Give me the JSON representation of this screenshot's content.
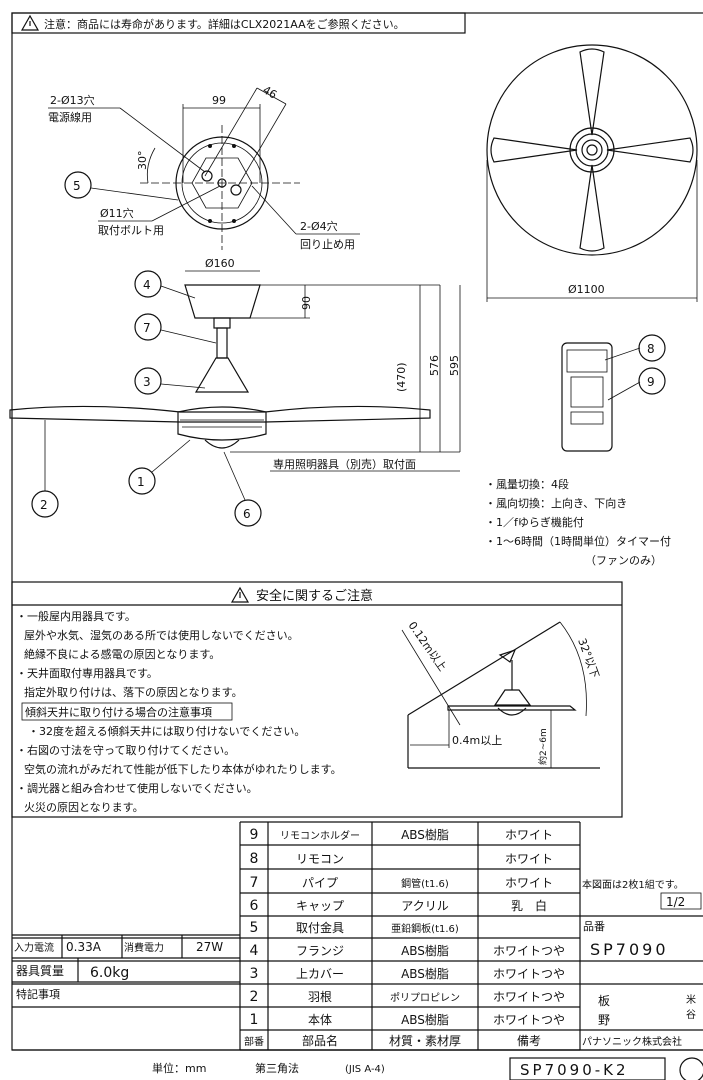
{
  "notice": "注意：商品には寿命があります。詳細はCLX2021AAをご参照ください。",
  "plate_view": {
    "hole13": "2-Ø13穴",
    "hole13_use": "電源線用",
    "hole11": "Ø11穴",
    "hole11_use": "取付ボルト用",
    "hole4": "2-Ø4穴",
    "hole4_use": "回り止め用",
    "dim_99": "99",
    "dim_46": "46",
    "angle_30": "30°"
  },
  "side_view": {
    "dia160": "Ø160",
    "dim90": "90",
    "dim470": "(470)",
    "dim576": "576",
    "dim595": "595",
    "lighting_mount": "専用照明器具（別売）取付面"
  },
  "top_view": {
    "dia1100": "Ø1100"
  },
  "callouts": [
    "1",
    "2",
    "3",
    "4",
    "5",
    "6",
    "7",
    "8",
    "9"
  ],
  "features": [
    "・風量切換：4段",
    "・風向切換：上向き、下向き",
    "・1／fゆらぎ機能付",
    "・1～6時間（1時間単位）タイマー付",
    "（ファンのみ）"
  ],
  "safety": {
    "title": "安全に関するご注意",
    "lines": [
      "・一般屋内用器具です。",
      "屋外や水気、湿気のある所では使用しないでください。",
      "絶縁不良による感電の原因となります。",
      "・天井面取付専用器具です。",
      "指定外取り付けは、落下の原因となります。",
      "傾斜天井に取り付ける場合の注意事項",
      "・32度を超える傾斜天井には取り付けないでください。",
      "・右図の寸法を守って取り付けてください。",
      "空気の流れがみだれて性能が低下したり本体がゆれたりします。",
      "・調光器と組み合わせて使用しないでください。",
      "火災の原因となります。"
    ],
    "diagram": {
      "clearance_top": "0.12m以上",
      "angle": "32°以下",
      "wall_distance": "0.4m以上",
      "height": "約2~6m"
    }
  },
  "parts": {
    "header": {
      "no": "部番",
      "name": "部品名",
      "material": "材質・素材厚",
      "remarks": "備考"
    },
    "rows": [
      {
        "no": "9",
        "name": "リモコンホルダー",
        "material": "ABS樹脂",
        "remarks": "ホワイト"
      },
      {
        "no": "8",
        "name": "リモコン",
        "material": "",
        "remarks": "ホワイト"
      },
      {
        "no": "7",
        "name": "パイプ",
        "material": "鋼管(t1.6)",
        "remarks": "ホワイト"
      },
      {
        "no": "6",
        "name": "キャップ",
        "material": "アクリル",
        "remarks": "乳　白"
      },
      {
        "no": "5",
        "name": "取付金具",
        "material": "亜鉛鋼板(t1.6)",
        "remarks": ""
      },
      {
        "no": "4",
        "name": "フランジ",
        "material": "ABS樹脂",
        "remarks": "ホワイトつや"
      },
      {
        "no": "3",
        "name": "上カバー",
        "material": "ABS樹脂",
        "remarks": "ホワイトつや"
      },
      {
        "no": "2",
        "name": "羽根",
        "material": "ポリプロピレン",
        "remarks": "ホワイトつや"
      },
      {
        "no": "1",
        "name": "本体",
        "material": "ABS樹脂",
        "remarks": "ホワイトつや"
      }
    ]
  },
  "title_block": {
    "sheet_note": "本図面は2枚1組です。",
    "sheet": "1/2",
    "product_label": "品番",
    "product_no": "SP7090",
    "drawn1": "板",
    "drawn2": "野",
    "checked1": "米",
    "checked2": "谷",
    "company": "パナソニック株式会社",
    "drawing_no": "SP7090-K2"
  },
  "specs": {
    "current_label": "入力電流",
    "current": "0.33A",
    "power_label": "消費電力",
    "power": "27W",
    "mass_label": "器具質量",
    "mass": "6.0kg",
    "special_label": "特記事項"
  },
  "footer": {
    "unit": "単位：mm",
    "projection": "第三角法",
    "standard": "(JIS A-4)"
  }
}
